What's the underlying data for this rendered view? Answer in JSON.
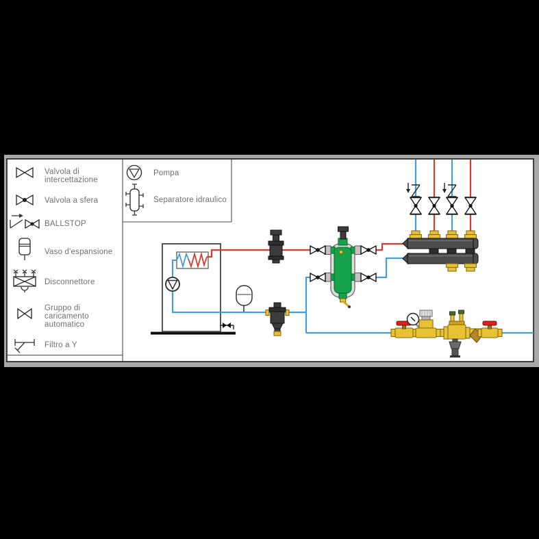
{
  "window": {
    "background": "#000000",
    "frame_gray": "#a8a8a8",
    "canvas_white": "#ffffff"
  },
  "legend": {
    "column1": [
      {
        "icon": "shutoff-valve-icon",
        "lines": [
          "Valvola di",
          "intercettazione"
        ]
      },
      {
        "icon": "ball-valve-icon",
        "lines": [
          "Valvola a sfera"
        ]
      },
      {
        "icon": "ballstop-icon",
        "lines": [
          "BALLSTOP"
        ]
      },
      {
        "icon": "expansion-vessel-icon",
        "lines": [
          "Vaso d'espansione"
        ]
      },
      {
        "icon": "backflow-preventer-icon",
        "lines": [
          "Disconnettore"
        ]
      },
      {
        "icon": "filling-unit-icon",
        "lines": [
          "Gruppo di",
          "caricamento",
          "automatico"
        ]
      },
      {
        "icon": "y-strainer-icon",
        "lines": [
          "Filtro a Y"
        ]
      }
    ],
    "column2": [
      {
        "icon": "pump-icon",
        "lines": [
          "Pompa"
        ]
      },
      {
        "icon": "hydraulic-separator-icon",
        "lines": [
          "Separatore idraulico"
        ]
      }
    ]
  },
  "diagram": {
    "components": [
      "boiler",
      "heat-exchanger",
      "pump",
      "expansion-vessel",
      "boiler-drain-valve",
      "air-separator",
      "dirt-separator",
      "hydraulic-separator",
      "separator-air-vent",
      "separator-drain-cock",
      "separator-isolation-valves",
      "distribution-manifold",
      "riser-shutoff-valves",
      "riser-balancing-valves",
      "filling-line",
      "fill-ball-valve-left",
      "pressure-reducer",
      "pressure-gauge",
      "backflow-preventer",
      "discharge-funnel",
      "y-strainer",
      "fill-ball-valve-right"
    ]
  },
  "colors": {
    "pipe_hot": "#d93a2e",
    "pipe_cold": "#3f9fd9",
    "separator_green": "#15a24b",
    "brass": "#e7c234",
    "brass_dark": "#8a6a10",
    "handle_red": "#dd1f1f",
    "component_dark": "#3c3c3c",
    "legend_text": "#6f6f6f",
    "frame_gray": "#a8a8a8"
  }
}
